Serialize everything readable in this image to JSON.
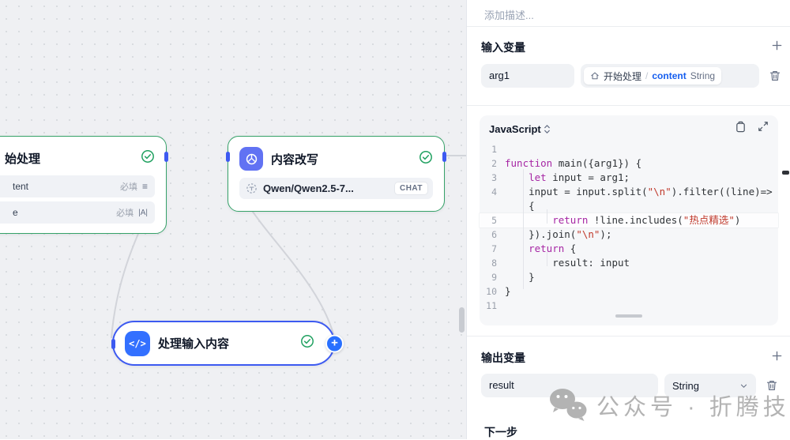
{
  "canvas": {
    "nodes": {
      "start": {
        "title_visible": "始处理",
        "fields": [
          {
            "label_visible": "tent",
            "required": "必填",
            "icon_glyph": "≡"
          },
          {
            "label_visible": "e",
            "required": "必填",
            "icon_glyph": "|A|"
          }
        ]
      },
      "llm": {
        "title": "内容改写",
        "model": "Qwen/Qwen2.5-7...",
        "badge": "CHAT"
      },
      "code": {
        "title": "处理输入内容",
        "icon_glyph": "</>",
        "plus_glyph": "+"
      }
    }
  },
  "panel": {
    "description_placeholder": "添加描述...",
    "input_section": {
      "title": "输入变量",
      "row": {
        "name": "arg1",
        "source_node": "开始处理",
        "separator": "/",
        "source_var": "content",
        "source_type": "String"
      }
    },
    "code_editor": {
      "language": "JavaScript",
      "rows": [
        {
          "n": "1",
          "t": []
        },
        {
          "n": "2",
          "t": [
            [
              "k",
              "function"
            ],
            [
              "p",
              " main({arg1}) {"
            ]
          ]
        },
        {
          "n": "3",
          "t": [
            [
              "p",
              "    "
            ],
            [
              "k",
              "let"
            ],
            [
              "p",
              " input = arg1;"
            ]
          ]
        },
        {
          "n": "4",
          "t": [
            [
              "p",
              "    input = input.split("
            ],
            [
              "s",
              "\"\\n\""
            ],
            [
              "p",
              ").filter((line)=>"
            ]
          ]
        },
        {
          "n": "",
          "t": [
            [
              "p",
              "    {"
            ]
          ]
        },
        {
          "n": "5",
          "active": true,
          "t": [
            [
              "p",
              "        "
            ],
            [
              "k",
              "return"
            ],
            [
              "p",
              " !line.includes("
            ],
            [
              "s",
              "\"热点精选\""
            ],
            [
              "p",
              ")"
            ]
          ]
        },
        {
          "n": "6",
          "t": [
            [
              "p",
              "    }).join("
            ],
            [
              "s",
              "\"\\n\""
            ],
            [
              "p",
              ");"
            ]
          ]
        },
        {
          "n": "7",
          "t": [
            [
              "p",
              "    "
            ],
            [
              "k",
              "return"
            ],
            [
              "p",
              " {"
            ]
          ]
        },
        {
          "n": "8",
          "t": [
            [
              "p",
              "        result: input"
            ]
          ]
        },
        {
          "n": "9",
          "t": [
            [
              "p",
              "    }"
            ]
          ]
        },
        {
          "n": "10",
          "t": [
            [
              "p",
              "}"
            ]
          ]
        },
        {
          "n": "11",
          "t": []
        }
      ]
    },
    "output_section": {
      "title": "输出变量",
      "row": {
        "name": "result",
        "type": "String"
      }
    },
    "next_step_title": "下一步",
    "watermark_text": "公众号 · 折腾技术"
  },
  "colors": {
    "node_border_success": "#36a269",
    "node_border_selected": "#3d5af1",
    "llm_icon_bg": "#6172f3",
    "code_icon_bg": "#3370ff",
    "plus_button_bg": "#2970ff",
    "variable_link": "#155eef",
    "code_keyword": "#a626a4",
    "code_string": "#c0392b"
  }
}
